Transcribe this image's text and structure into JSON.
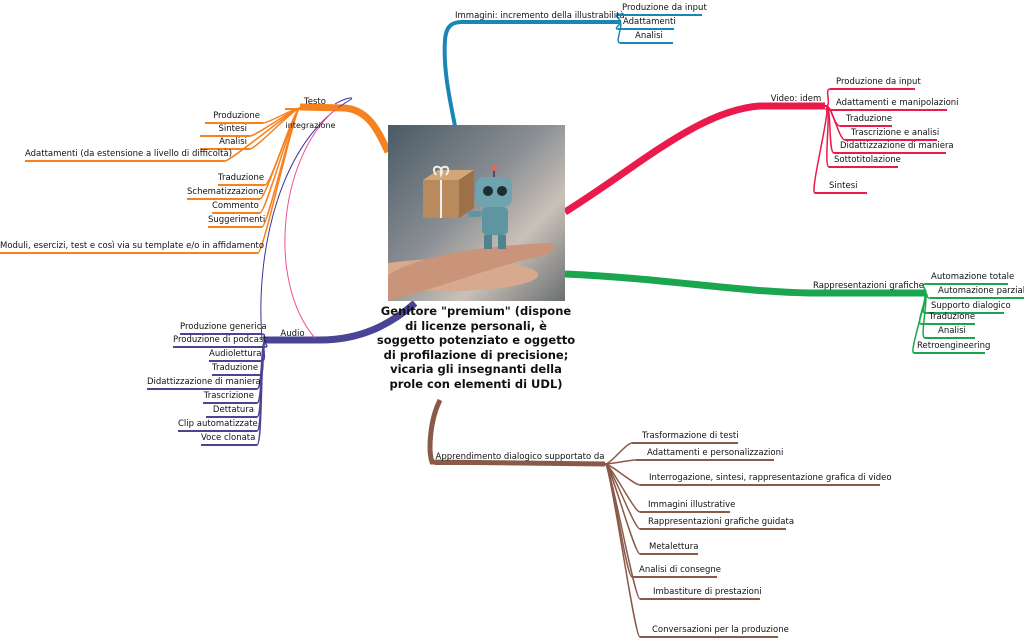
{
  "central": {
    "text": "Genitore \"premium\" (dispone di licenze personali, è soggetto potenziato e oggetto di profilazione di precisione; vicaria gli insegnanti della prole con elementi di UDL)",
    "image": "robot-holding-gift-on-hand"
  },
  "colors": {
    "testo": "#f5821f",
    "audio": "#4b4394",
    "immagini": "#1a86b8",
    "video": "#ea1a4d",
    "grafiche": "#1aa64e",
    "dialogico": "#8a5a48",
    "integrazione_a": "#3a3399",
    "integrazione_b": "#ee4f9a"
  },
  "testo": {
    "label": "Testo",
    "link_label": "integrazione",
    "children": [
      "Produzione",
      "Sintesi",
      "Analisi",
      "Adattamenti (da estensione a livello di difficoltà)",
      "Traduzione",
      "Schematizzazione",
      "Commento",
      "Suggerimenti",
      "Moduli, esercizi, test e così via su template e/o in affidamento"
    ]
  },
  "audio": {
    "label": "Audio",
    "children": [
      "Produzione generica",
      "Produzione di podcast",
      "Audiolettura",
      "Traduzione",
      "Didattizzazione di maniera",
      "Trascrizione",
      "Dettatura",
      "Clip automatizzate",
      "Voce clonata"
    ]
  },
  "immagini": {
    "label": "Immagini: incremento della illustrabilità",
    "children": [
      "Produzione da input",
      "Adattamenti",
      "Analisi"
    ]
  },
  "video": {
    "label": "Video: idem",
    "children": [
      "Produzione da input",
      "Adattamenti e manipolazioni",
      "Traduzione",
      "Trascrizione e analisi",
      "Didattizzazione di maniera",
      "Sottotitolazione",
      "Sintesi"
    ]
  },
  "grafiche": {
    "label": "Rappresentazioni grafiche",
    "children": [
      "Automazione totale",
      "Automazione parziale",
      "Supporto dialogico",
      "Traduzione",
      "Analisi",
      "Retroengineering"
    ]
  },
  "dialogico": {
    "label": "Apprendimento dialogico supportato da",
    "children": [
      "Trasformazione di testi",
      "Adattamenti e personalizzazioni",
      "Interrogazione, sintesi, rappresentazione grafica di video",
      "Immagini illustrative",
      "Rappresentazioni grafiche guidata",
      "Metalettura",
      "Analisi di consegne",
      "Imbastiture di prestazioni",
      "Conversazioni per la produzione"
    ]
  }
}
